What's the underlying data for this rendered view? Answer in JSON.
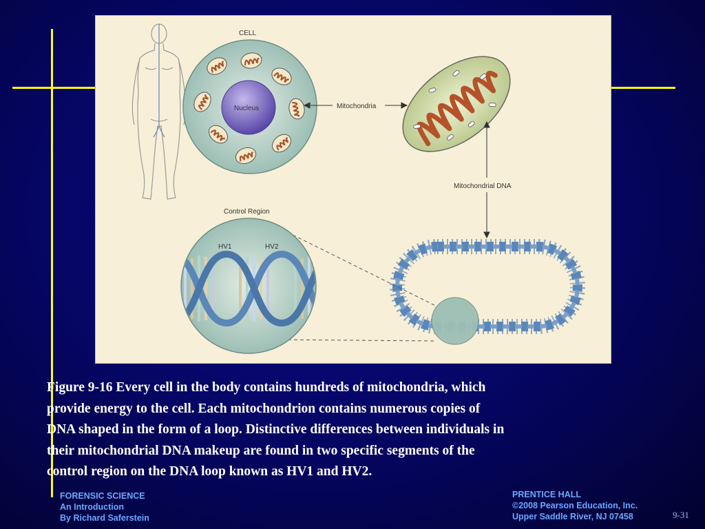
{
  "figure": {
    "labels": {
      "cell": "CELL",
      "nucleus": "Nucleus",
      "mitochondria": "Mitochondria",
      "mitochondrial_dna": "Mitochondrial DNA",
      "control_region": "Control Region",
      "hv1": "HV1",
      "hv2": "HV2"
    }
  },
  "caption": {
    "line1": "Figure 9-16  Every cell in the body contains hundreds of mitochondria, which",
    "line2": "provide energy to the cell. Each mitochondrion contains numerous copies of",
    "line3": "DNA shaped in the form of a loop. Distinctive differences between individuals in",
    "line4": "their mitochondrial DNA makeup are found in two specific segments of the",
    "line5": "control region on the DNA loop known as HV1 and HV2."
  },
  "footer": {
    "left": [
      "FORENSIC SCIENCE",
      "An Introduction",
      "By Richard Saferstein"
    ],
    "right": [
      "PRENTICE HALL",
      "©2008 Pearson Education, Inc.",
      "Upper Saddle River, NJ 07458"
    ],
    "slide_number": "9-31"
  },
  "colors": {
    "background": "#05055e",
    "accent_line": "#ffff00",
    "footer_text": "#6aa8ff",
    "panel": "#f7efd7",
    "dna_strand": "#5b86b8",
    "mito_crista": "#b5522a"
  }
}
